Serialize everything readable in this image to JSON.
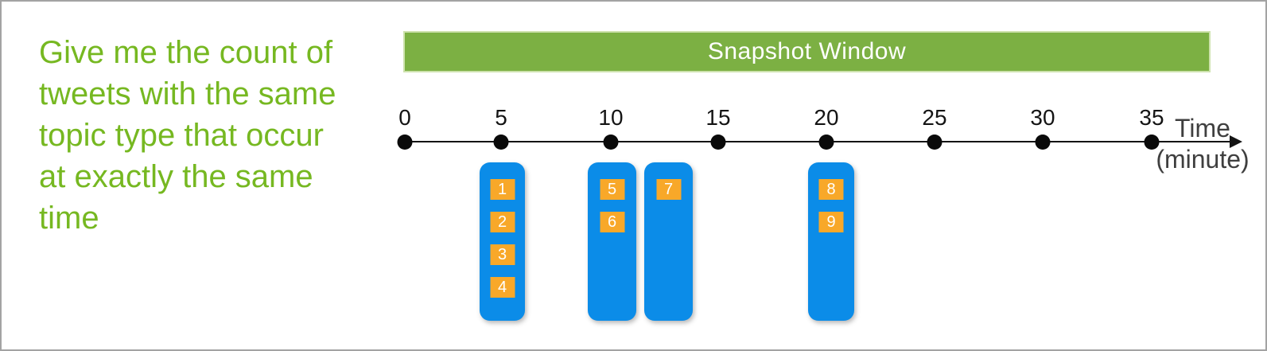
{
  "prompt_text": "Give me the count of tweets with the same topic type that occur at exactly the same time",
  "banner": {
    "label": "Snapshot Window"
  },
  "timeline": {
    "ticks": [
      "0",
      "5",
      "10",
      "15",
      "20",
      "25",
      "30",
      "35"
    ],
    "axis_label_line1": "Time",
    "axis_label_line2": "(minute)"
  },
  "groups": [
    {
      "time_minute": 5,
      "tweets": [
        "1",
        "2",
        "3",
        "4"
      ]
    },
    {
      "time_minute": 10,
      "tweets": [
        "5",
        "6"
      ]
    },
    {
      "time_minute": 12.5,
      "tweets": [
        "7"
      ]
    },
    {
      "time_minute": 20,
      "tweets": [
        "8",
        "9"
      ]
    }
  ],
  "colors": {
    "prompt_green": "#76B821",
    "banner_green": "#7CB043",
    "banner_border": "#CEE2AE",
    "group_blue": "#0B8CE8",
    "badge_orange": "#F8A829",
    "axis_black": "#141414",
    "axis_label_gray": "#3F3F3F",
    "frame_border": "#A3A3A3"
  }
}
